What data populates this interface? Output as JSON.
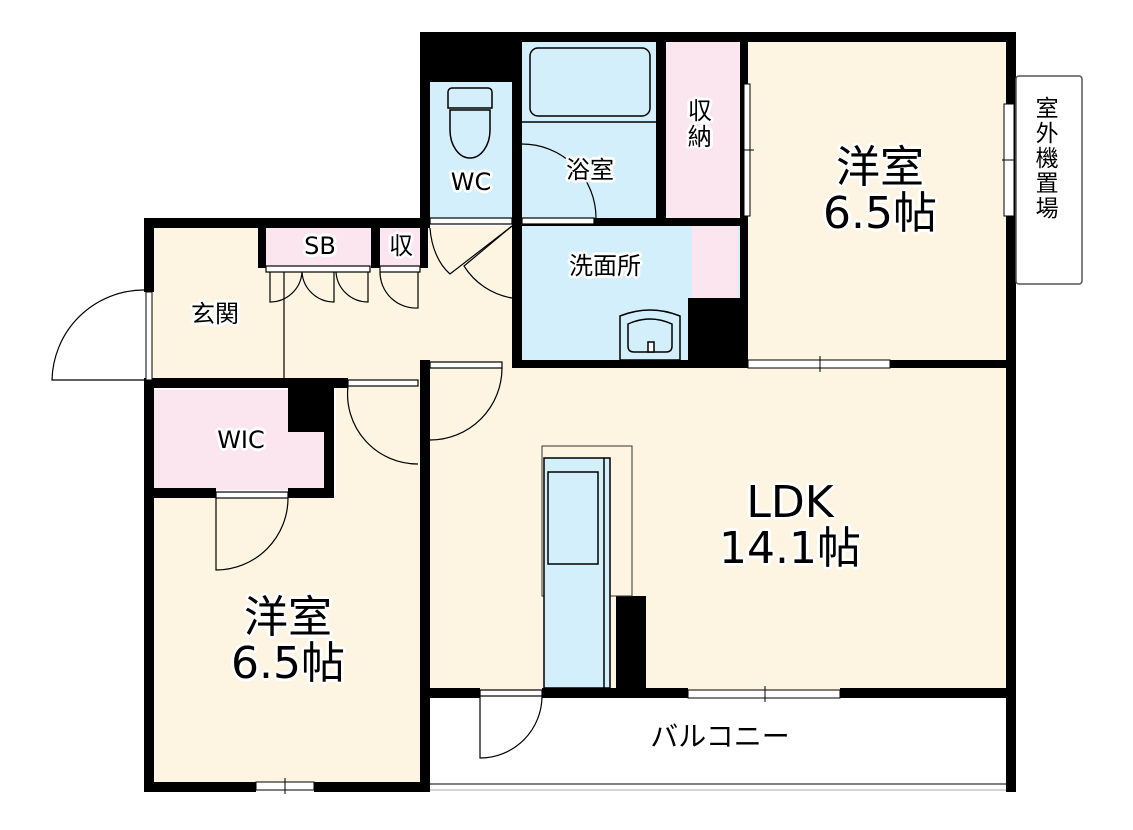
{
  "floor_plan": {
    "colors": {
      "wall": "#000000",
      "living_floor": "#fdf4e2",
      "wet_area": "#d3effb",
      "storage": "#fbe6ef",
      "exterior": "#ffffff"
    },
    "rooms": {
      "western_room_1": {
        "name": "洋室",
        "size": "6.5帖"
      },
      "western_room_2": {
        "name": "洋室",
        "size": "6.5帖"
      },
      "ldk": {
        "name": "LDK",
        "size": "14.1帖"
      },
      "entrance": {
        "name": "玄関"
      },
      "shoe_box": {
        "name": "SB"
      },
      "entrance_storage": {
        "name": "収"
      },
      "toilet": {
        "name": "WC"
      },
      "bathroom": {
        "name": "浴室"
      },
      "washroom": {
        "name": "洗面所"
      },
      "closet": {
        "name": "収納"
      },
      "walk_in_closet": {
        "name": "WIC"
      },
      "balcony": {
        "name": "バルコニー"
      },
      "outdoor_unit_space": {
        "name": "室外機置場"
      }
    }
  }
}
